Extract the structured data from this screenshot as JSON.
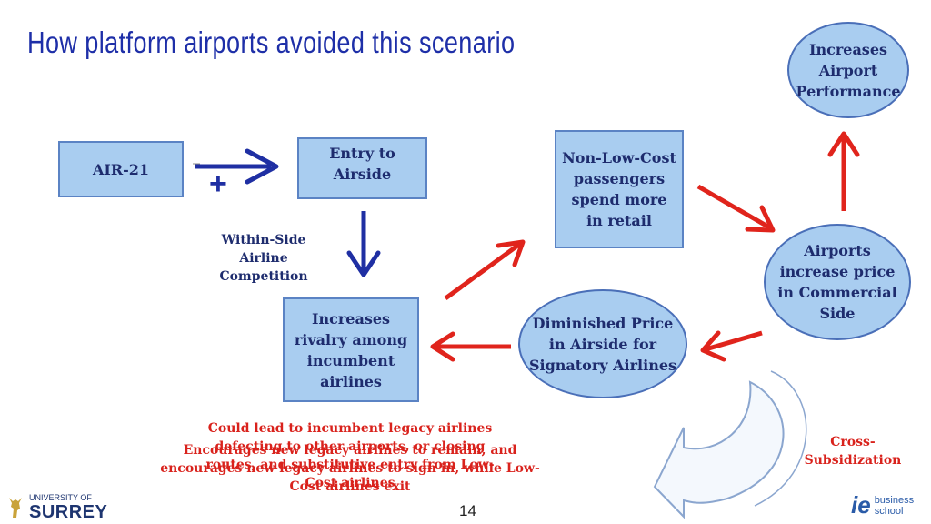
{
  "title": "How platform airports avoided this scenario",
  "nodes": {
    "air21": "AIR-21",
    "entry": [
      "Entry to",
      "Airside"
    ],
    "rivalry": [
      "Increases",
      "rivalry among",
      "incumbent",
      "airlines"
    ],
    "nonlowcost": [
      "Non-Low-Cost",
      "passengers",
      "spend more",
      "in retail"
    ],
    "airport_perf": [
      "Increases",
      "Airport",
      "Performance"
    ],
    "increase_price": [
      "Airports",
      "increase price",
      "in Commercial",
      "Side"
    ],
    "diminished": [
      "Diminished Price",
      "in Airside for",
      "Signatory Airlines"
    ]
  },
  "labels": {
    "plus": "+",
    "within_side": [
      "Within-Side",
      "Airline",
      "Competition"
    ],
    "cross_subsidization": [
      "Cross-",
      "Subsidization"
    ]
  },
  "red_notes": {
    "note_a": [
      "Could lead to incumbent legacy airlines",
      "defecting to other airports, or closing",
      "routes, and substitutive entry from Low-",
      "Cost airlines"
    ],
    "note_b": [
      "Encourages new legacy airlines to remain, and",
      "encourages new legacy airlines to sign in, while Low-",
      "Cost airlines exit"
    ]
  },
  "footer": {
    "page_number": "14",
    "university_small": "UNIVERSITY OF",
    "university_big": "SURREY",
    "school_mark": "ie",
    "school_text": [
      "business",
      "school"
    ]
  },
  "colors": {
    "title": "#1e2fa8",
    "box_fill": "#a9cdf0",
    "box_border": "#5b83c4",
    "text_navy": "#1e2c6e",
    "red_arrow": "#e0241c",
    "blue_arrow": "#1f2fa3"
  }
}
